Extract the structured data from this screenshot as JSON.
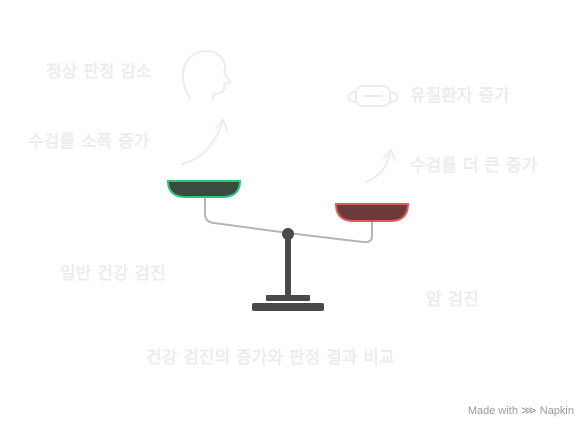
{
  "labels": {
    "normal_decrease": "정상 판정 감소",
    "patient_increase": "유질환자 증가",
    "reduce_examinees": "수검률 소폭 증가",
    "larger_increase": "수검률 더 큰 증가",
    "general_checkup": "일반 건강 검진",
    "cancer_screening": "암 검진",
    "caption": "건강 검진의 증가와 판정 결과 비교"
  },
  "footer": {
    "made_with": "Made with",
    "brand": "Napkin",
    "brand_icon": "napkin-logo-icon"
  },
  "icons": {
    "head": "head-profile-icon",
    "mask": "face-mask-icon",
    "arrow": "up-right-arrow-icon"
  },
  "colors": {
    "label": "#ececec",
    "left_pan_fill": "#3b4a3f",
    "left_pan_stroke": "#2ec27e",
    "right_pan_fill": "#6b3b3b",
    "right_pan_stroke": "#e05a5a",
    "scale_body": "#4a4a4a",
    "beam": "#b5b5b5"
  }
}
